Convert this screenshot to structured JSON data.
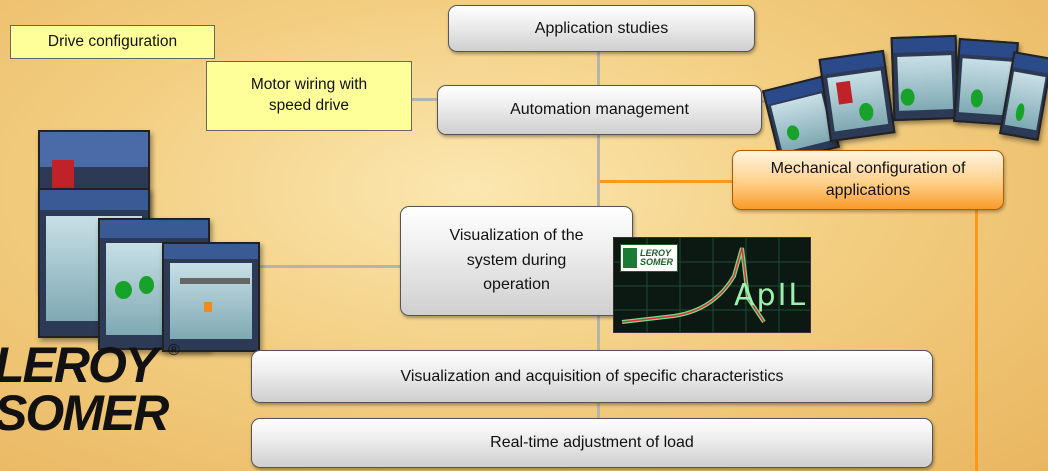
{
  "nodes": {
    "application_studies": "Application studies",
    "automation_management": "Automation management",
    "drive_configuration": "Drive configuration",
    "motor_wiring_line1": "Motor wiring with",
    "motor_wiring_line2": "speed drive",
    "mechanical_line1": "Mechanical configuration of",
    "mechanical_line2": "applications",
    "visualization_line1": "Visualization of the",
    "visualization_line2": "system during",
    "visualization_line3": "operation",
    "visualization_acquisition": "Visualization and acquisition of specific characteristics",
    "realtime_adjustment": "Real-time adjustment of load"
  },
  "logo": {
    "line1": "LEROY",
    "line2": "SOMER",
    "registered": "®"
  },
  "apile_logo": {
    "brand_line1": "LEROY",
    "brand_line2": "SOMER",
    "product": "ApILE"
  },
  "colors": {
    "connector_gray": "#b3b3b3",
    "connector_orange": "#f59a1e",
    "box_yellow": "#ffff9a",
    "box_orange": "#f99b2a"
  }
}
